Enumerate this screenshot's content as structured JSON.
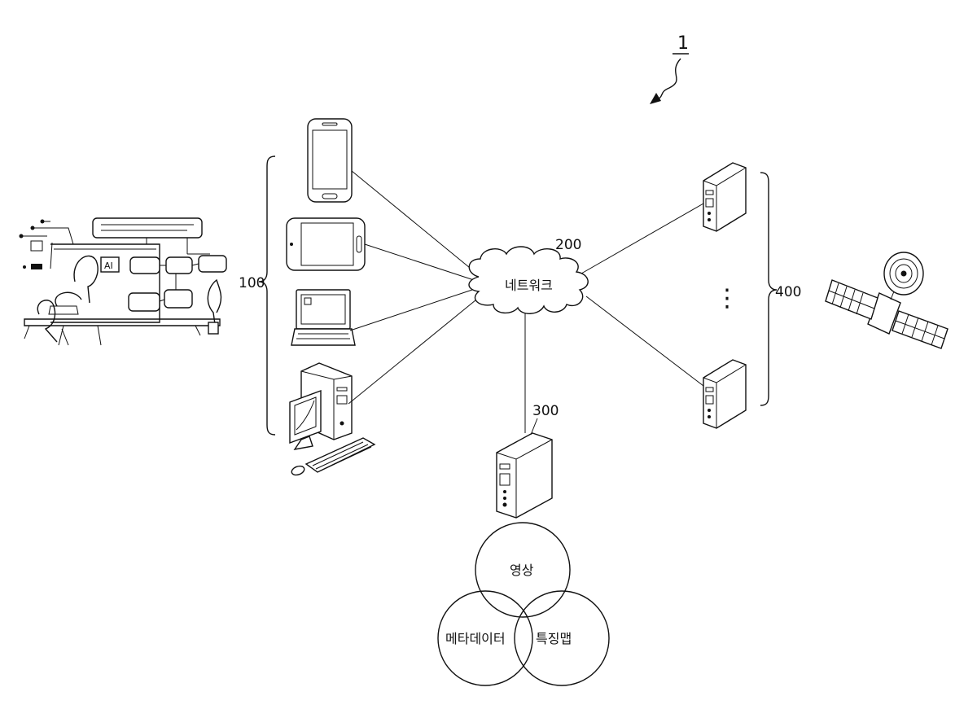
{
  "figure": {
    "ref_main": "1",
    "ref_terminals": "100",
    "ref_network": "200",
    "ref_server": "300",
    "ref_data_sources": "400",
    "network_label": "네트워크",
    "ellipsis": "⋮",
    "venn": {
      "top": "영상",
      "left": "메타데이터",
      "right": "특징맵"
    },
    "ai_badge": "AI"
  }
}
